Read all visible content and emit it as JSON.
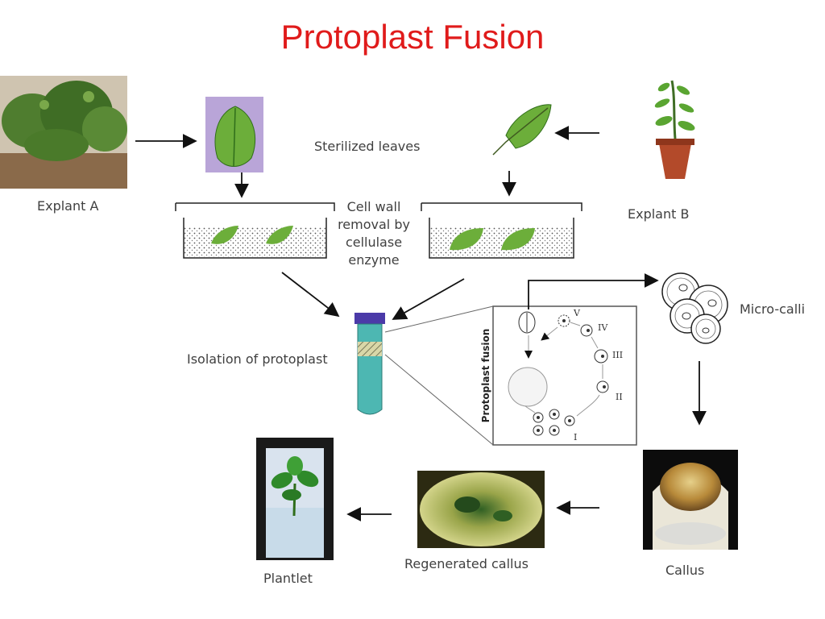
{
  "title": "Protoplast Fusion",
  "title_color": "#e01b1b",
  "labels": {
    "explant_a": "Explant A",
    "explant_b": "Explant B",
    "sterilized_leaves": "Sterilized leaves",
    "cell_wall_removal": "Cell wall removal by cellulase enzyme",
    "isolation": "Isolation of protoplast",
    "micro_calli": "Micro-calli",
    "callus": "Callus",
    "regenerated_callus": "Regenerated callus",
    "plantlet": "Plantlet"
  },
  "inset": {
    "caption": "Protoplast fusion",
    "stages": [
      "I",
      "II",
      "III",
      "IV",
      "V"
    ]
  },
  "colors": {
    "leaf": "#5aa531",
    "leaf_dark": "#2f6d1a",
    "tube": "#4db7b2",
    "tube_cap": "#4b3aa8",
    "pot": "#b34a2a",
    "callus": "#c9a24a"
  }
}
